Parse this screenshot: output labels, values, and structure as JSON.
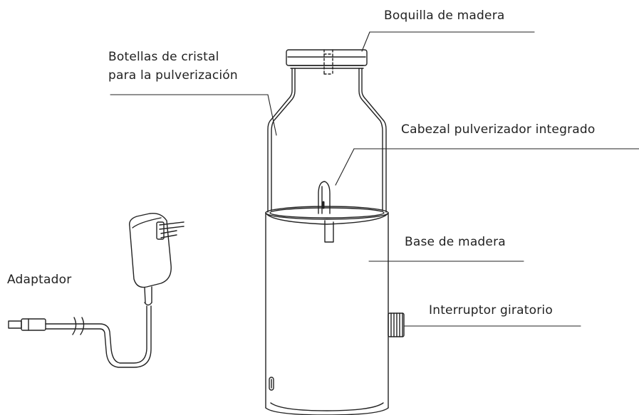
{
  "labels": {
    "mouthpiece": "Boquilla de madera",
    "bottle_line1": "Botellas de cristal",
    "bottle_line2": "para la pulverización",
    "spray_head": "Cabezal pulverizador integrado",
    "base": "Base de madera",
    "adapter": "Adaptador",
    "switch": "Interruptor giratorio"
  },
  "colors": {
    "stroke": "#222222",
    "background": "#ffffff"
  }
}
